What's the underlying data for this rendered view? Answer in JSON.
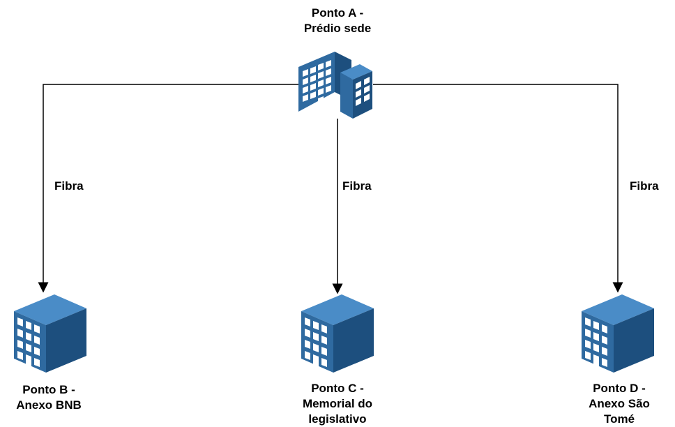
{
  "diagram": {
    "nodes": {
      "a": {
        "label_line1": "Ponto A -",
        "label_line2": "Prédio sede",
        "icon": "office-building-large-icon"
      },
      "b": {
        "label_line1": "Ponto B -",
        "label_line2": "Anexo BNB",
        "icon": "office-building-icon"
      },
      "c": {
        "label_line1": "Ponto C -",
        "label_line2": "Memorial do",
        "label_line3": "legislativo",
        "icon": "office-building-icon"
      },
      "d": {
        "label_line1": "Ponto D -",
        "label_line2": "Anexo São",
        "label_line3": "Tomé",
        "icon": "office-building-icon"
      }
    },
    "edges": [
      {
        "from": "a",
        "to": "b",
        "label": "Fibra"
      },
      {
        "from": "a",
        "to": "c",
        "label": "Fibra"
      },
      {
        "from": "a",
        "to": "d",
        "label": "Fibra"
      }
    ],
    "colors": {
      "building_front": "#2f6aa0",
      "building_side": "#1d4f7e",
      "building_top": "#4a8cc7",
      "window": "#ffffff",
      "line": "#000000"
    }
  }
}
